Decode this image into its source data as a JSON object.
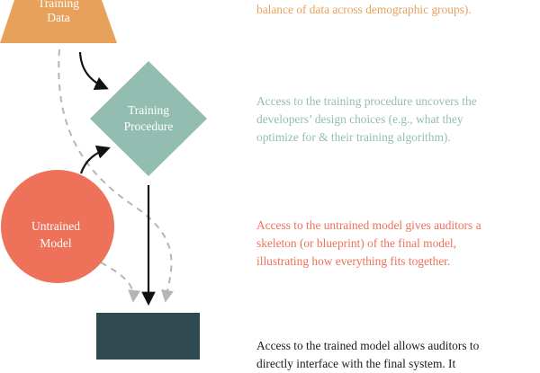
{
  "colors": {
    "training_data": "#E8A15A",
    "training_procedure": "#93BDB1",
    "untrained_model": "#EE7159",
    "trained_model": "#2F4950",
    "arrow": "#111111",
    "dashed": "#B5B5B5"
  },
  "nodes": {
    "training_data": {
      "line1": "Training",
      "line2": "Data"
    },
    "training_procedure": {
      "line1": "Training",
      "line2": "Procedure"
    },
    "untrained_model": {
      "line1": "Untrained",
      "line2": "Model"
    }
  },
  "descriptions": {
    "training_data": {
      "lines": [
        "balance of data across demographic groups)."
      ]
    },
    "training_procedure": {
      "lines": [
        "Access to the training procedure uncovers the",
        "developers’ design choices (e.g., what they",
        "optimize for & their training algorithm)."
      ]
    },
    "untrained_model": {
      "lines": [
        "Access to the untrained model gives auditors a",
        "skeleton (or blueprint) of the final model,",
        "illustrating how everything fits together."
      ]
    },
    "trained_model": {
      "lines": [
        "Access to the trained model allows auditors to",
        "directly interface with the final system. It"
      ]
    }
  }
}
